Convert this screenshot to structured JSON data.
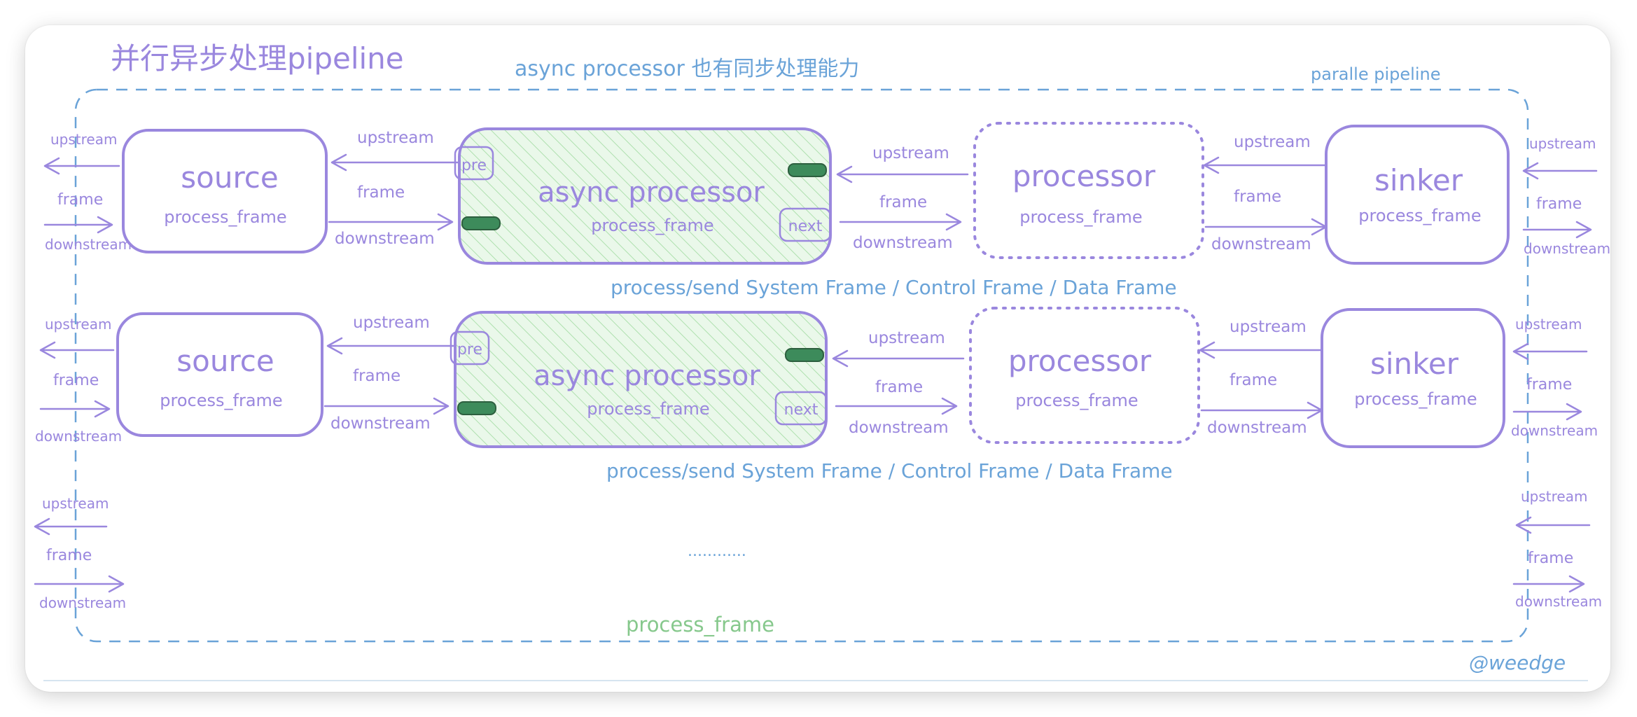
{
  "title": "并行异步处理pipeline",
  "subtitle": "async processor 也有同步处理能力",
  "frame_label": "paralle pipeline",
  "rows": [
    {
      "source": {
        "title": "source",
        "method": "process_frame"
      },
      "async": {
        "title": "async processor",
        "method": "process_frame",
        "pre": "pre",
        "next": "next"
      },
      "processor": {
        "title": "processor",
        "method": "process_frame"
      },
      "sinker": {
        "title": "sinker",
        "method": "process_frame"
      },
      "caption": "process/send  System Frame / Control Frame / Data Frame"
    },
    {
      "source": {
        "title": "source",
        "method": "process_frame"
      },
      "async": {
        "title": "async processor",
        "method": "process_frame",
        "pre": "pre",
        "next": "next"
      },
      "processor": {
        "title": "processor",
        "method": "process_frame"
      },
      "sinker": {
        "title": "sinker",
        "method": "process_frame"
      },
      "caption": "process/send  System Frame / Control Frame / Data Frame"
    }
  ],
  "arrow_labels": {
    "upstream": "upstream",
    "frame": "frame",
    "downstream": "downstream"
  },
  "ellipsis": "............",
  "bottom_label": "process_frame",
  "watermark": "@weedge",
  "colors": {
    "purple": "#9a87de",
    "blue": "#6aa3d8",
    "green": "#86c88c",
    "tube": "#3d8b5b"
  }
}
